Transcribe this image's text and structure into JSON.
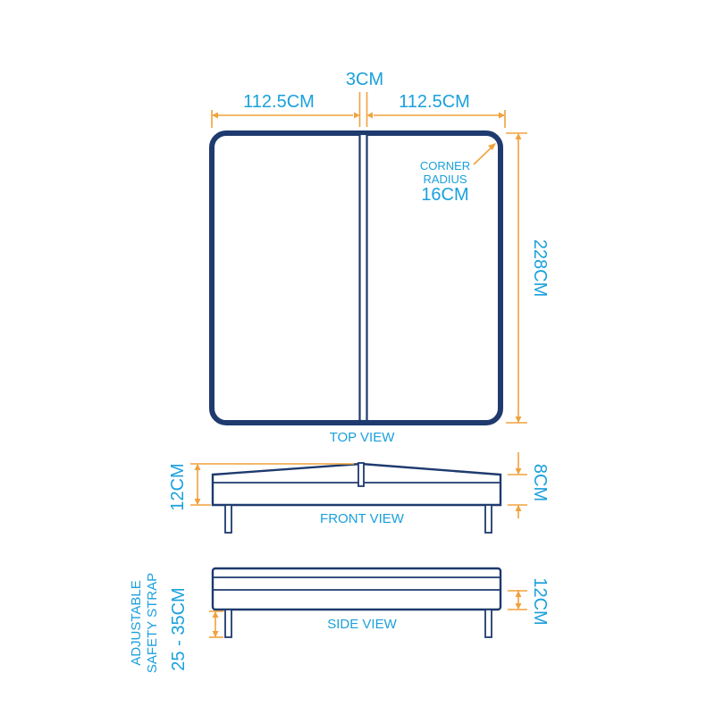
{
  "colors": {
    "outline": "#1e3a6e",
    "dimension_line": "#f0a23c",
    "label_text": "#1aa0dc",
    "background": "#ffffff"
  },
  "top_view": {
    "label": "TOP VIEW",
    "gap_width": "3CM",
    "left_width": "112.5CM",
    "right_width": "112.5CM",
    "length": "228CM",
    "corner_label_line1": "CORNER",
    "corner_label_line2": "RADIUS",
    "corner_label_line3": "16CM"
  },
  "front_view": {
    "label": "FRONT VIEW",
    "total_height": "12CM",
    "edge_height": "8CM"
  },
  "side_view": {
    "label": "SIDE VIEW",
    "height": "12CM",
    "strap_line1": "ADJUSTABLE",
    "strap_line2": "SAFETY STRAP",
    "strap_range": "25 - 35CM"
  }
}
